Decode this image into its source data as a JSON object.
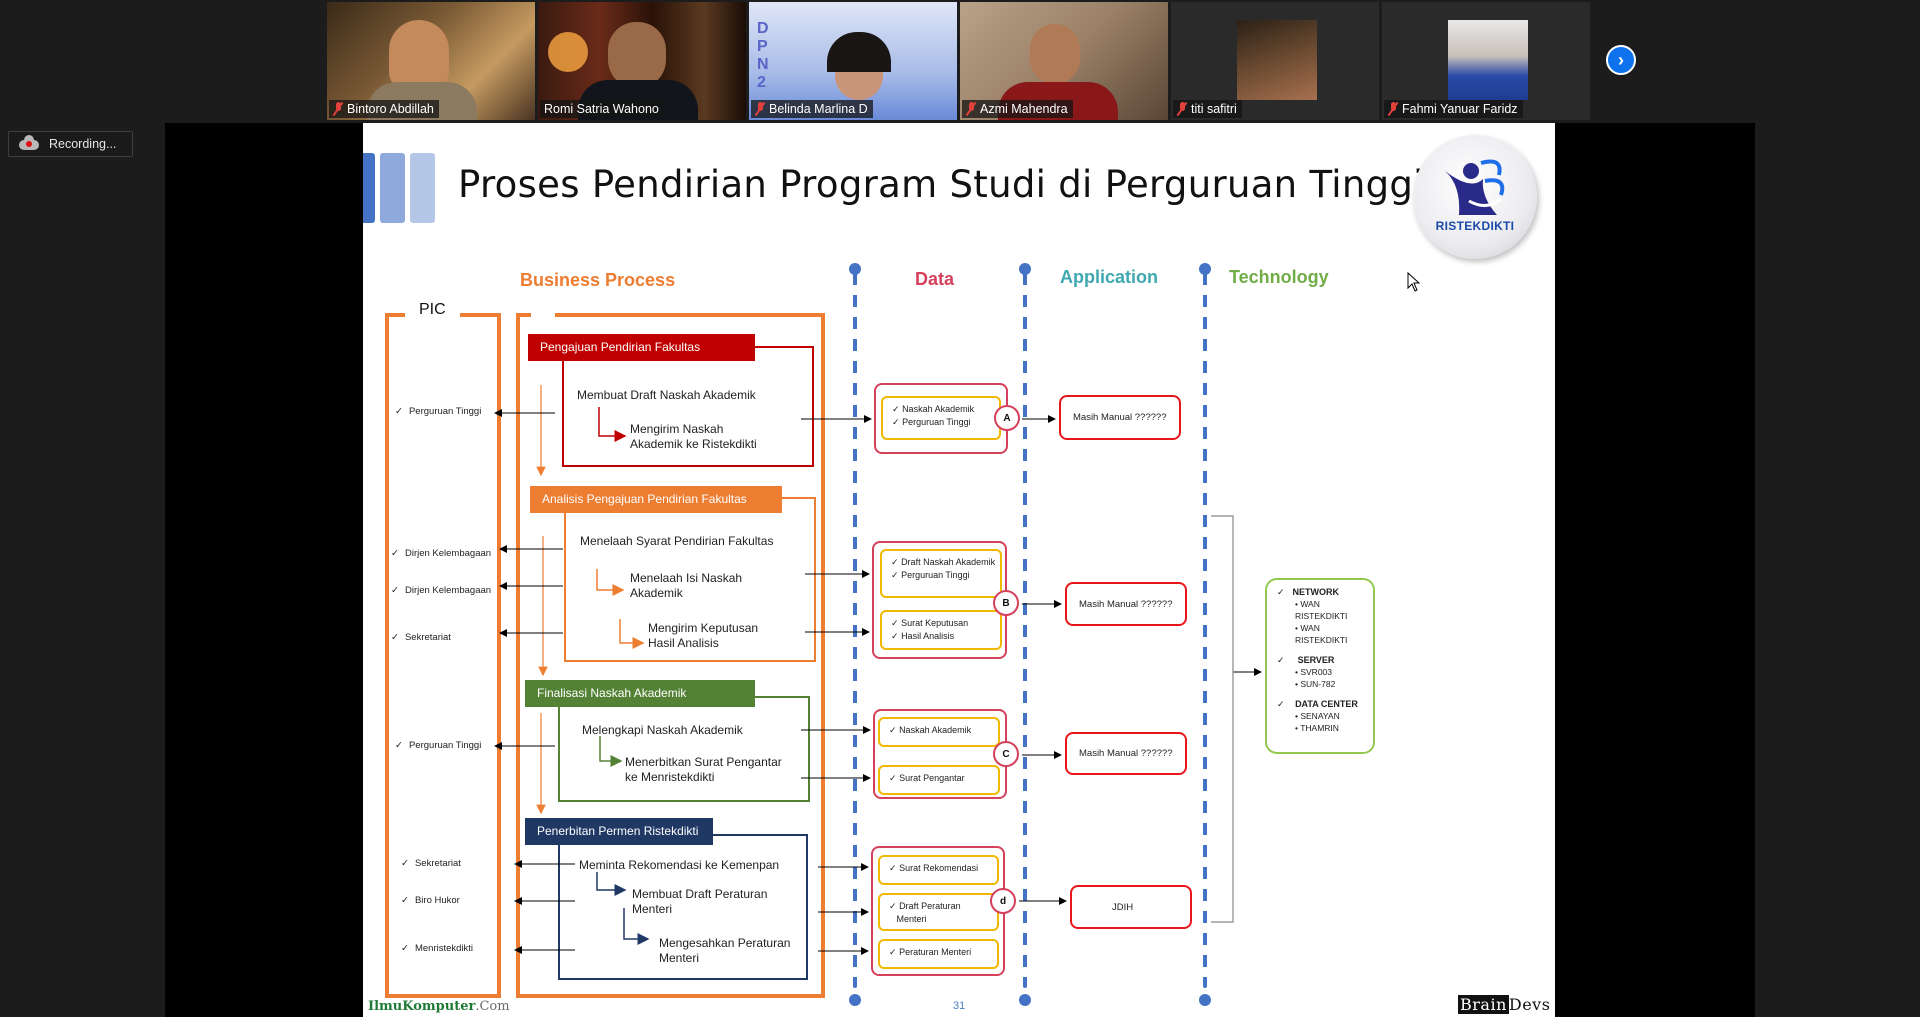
{
  "meeting": {
    "participants": [
      {
        "name": "Bintoro Abdillah",
        "muted": true,
        "video": true,
        "active": false
      },
      {
        "name": "Romi Satria Wahono",
        "muted": false,
        "video": true,
        "active": true
      },
      {
        "name": "Belinda Marlina D",
        "muted": true,
        "video": true,
        "active": false
      },
      {
        "name": "Azmi Mahendra",
        "muted": true,
        "video": true,
        "active": false
      },
      {
        "name": "titi safitri",
        "muted": true,
        "video": false,
        "active": false
      },
      {
        "name": "Fahmi Yanuar Faridz",
        "muted": true,
        "video": false,
        "active": false
      }
    ],
    "next_page_icon": "chevron-right-icon",
    "recording_label": "Recording...",
    "recording_icon": "cloud-record-icon",
    "brand_colors": {
      "zoom_blue": "#0e72ed",
      "active_speaker": "#8fbf3f",
      "muted_red": "#e0413a"
    }
  },
  "slide": {
    "title": "Proses Pendirian Program Studi di Perguruan Tinggi",
    "logo_text": "RISTEKDIKTI",
    "page_number": "31",
    "footer_left_main": "IlmuKomputer",
    "footer_left_suffix": ".Com",
    "footer_right_a": "Brain",
    "footer_right_b": "Devs",
    "columns": {
      "business_process": "Business Process",
      "data": "Data",
      "application": "Application",
      "technology": "Technology",
      "pic": "PIC"
    },
    "column_colors": {
      "business_process": "#ed7d31",
      "data": "#d5405c",
      "application": "#3fa8b0",
      "technology": "#70ad47",
      "swimlane": "#4472c4"
    },
    "processes": [
      {
        "title": "Pengajuan Pendirian Fakultas",
        "color": "#c00000",
        "steps": [
          "Membuat Draft Naskah Akademik",
          "Mengirim Naskah Akademik ke Ristekdikti"
        ]
      },
      {
        "title": "Analisis Pengajuan Pendirian Fakultas",
        "color": "#ed7d31",
        "steps": [
          "Menelaah Syarat Pendirian Fakultas",
          "Menelaah Isi Naskah Akademik",
          "Mengirim Keputusan Hasil Analisis"
        ]
      },
      {
        "title": "Finalisasi Naskah Akademik",
        "color": "#548235",
        "steps": [
          "Melengkapi Naskah Akademik",
          "Menerbitkan Surat Pengantar ke Menristekdikti"
        ]
      },
      {
        "title": "Penerbitan Permen Ristekdikti",
        "color": "#1f3864",
        "steps": [
          "Meminta Rekomendasi ke Kemenpan",
          "Membuat Draft Peraturan Menteri",
          "Mengesahkan Peraturan Menteri"
        ]
      }
    ],
    "step_lines": {
      "s1b": "Mengirim Naskah",
      "s1c": "Akademik ke Ristekdikti",
      "s2b": "Menelaah Isi Naskah",
      "s2c": "Akademik",
      "s2d": "Mengirim Keputusan",
      "s2e": "Hasil Analisis",
      "s3b": "Menerbitkan Surat Pengantar",
      "s3c": "ke Menristekdikti",
      "s4b": "Membuat Draft Peraturan",
      "s4c": "Menteri",
      "s4d": "Mengesahkan Peraturan",
      "s4e": "Menteri"
    },
    "pic_items": [
      "Perguruan Tinggi",
      "Dirjen Kelembagaan",
      "Dirjen Kelembagaan",
      "Sekretariat",
      "Perguruan Tinggi",
      "Sekretariat",
      "Biro Hukor",
      "Menristekdikti"
    ],
    "check": "✓",
    "data_groups": [
      {
        "marker": "A",
        "cards": [
          [
            "Naskah Akademik",
            "Perguruan Tinggi"
          ]
        ]
      },
      {
        "marker": "B",
        "cards": [
          [
            "Draft Naskah Akademik",
            "Perguruan Tinggi"
          ],
          [
            "Surat Keputusan",
            "Hasil Analisis"
          ]
        ]
      },
      {
        "marker": "C",
        "cards": [
          [
            "Naskah Akademik"
          ],
          [
            "Surat Pengantar"
          ]
        ]
      },
      {
        "marker": "d",
        "cards": [
          [
            "Surat Rekomendasi"
          ],
          [
            "Draft Peraturan",
            "Menteri"
          ],
          [
            "Peraturan Menteri"
          ]
        ]
      }
    ],
    "applications": [
      "Masih Manual ??????",
      "Masih Manual ??????",
      "Masih Manual ??????",
      "JDIH"
    ],
    "technology": [
      {
        "title": "NETWORK",
        "items": [
          "WAN RISTEKDIKTI",
          "WAN RISTEKDIKTI"
        ]
      },
      {
        "title": "SERVER",
        "items": [
          "SVR003",
          "SUN-782"
        ]
      },
      {
        "title": "DATA CENTER",
        "items": [
          "SENAYAN",
          "THAMRIN"
        ]
      }
    ]
  }
}
